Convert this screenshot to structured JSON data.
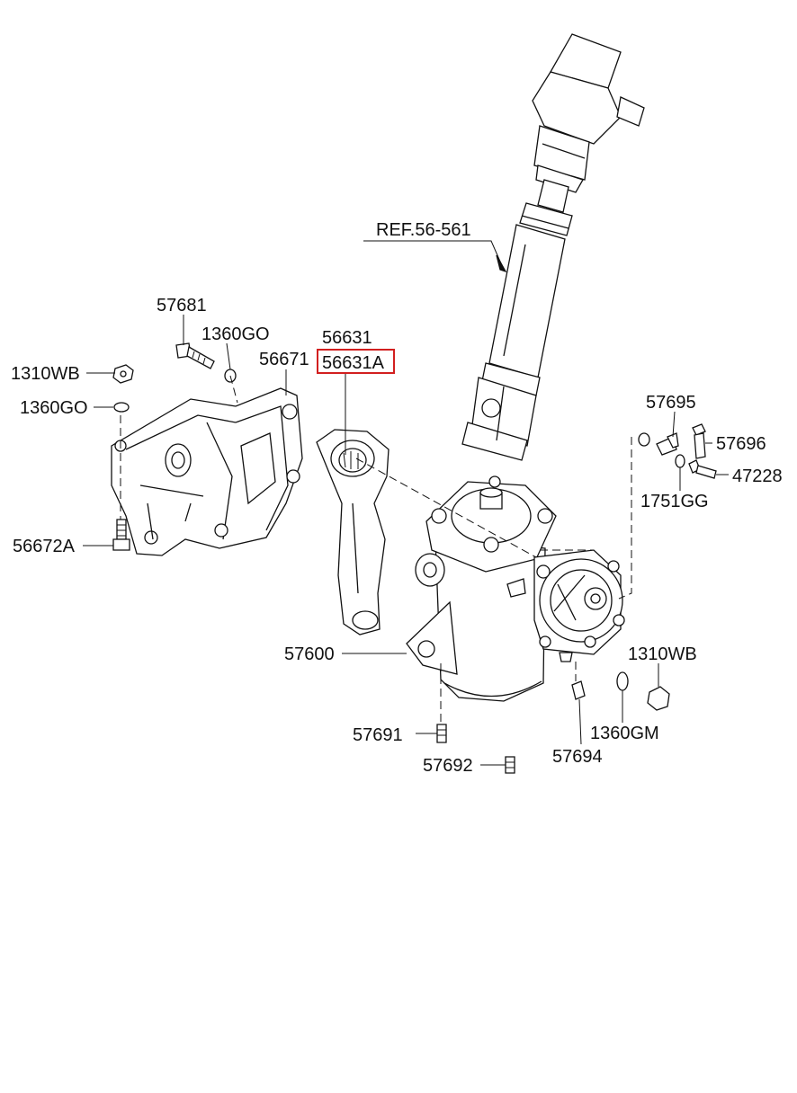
{
  "diagram": {
    "ref_label": "REF.56-561",
    "highlight_color": "#d21f1f",
    "labels": {
      "l57681": "57681",
      "l1360GO_a": "1360GO",
      "l56671": "56671",
      "l1310WB_a": "1310WB",
      "l1360GO_b": "1360GO",
      "l56672A": "56672A",
      "l56631": "56631",
      "l56631A": "56631A",
      "l57695": "57695",
      "l57696": "57696",
      "l47228": "47228",
      "l1751GG": "1751GG",
      "l57600": "57600",
      "l1310WB_b": "1310WB",
      "l57691": "57691",
      "l1360GM": "1360GM",
      "l57694": "57694",
      "l57692": "57692"
    }
  }
}
